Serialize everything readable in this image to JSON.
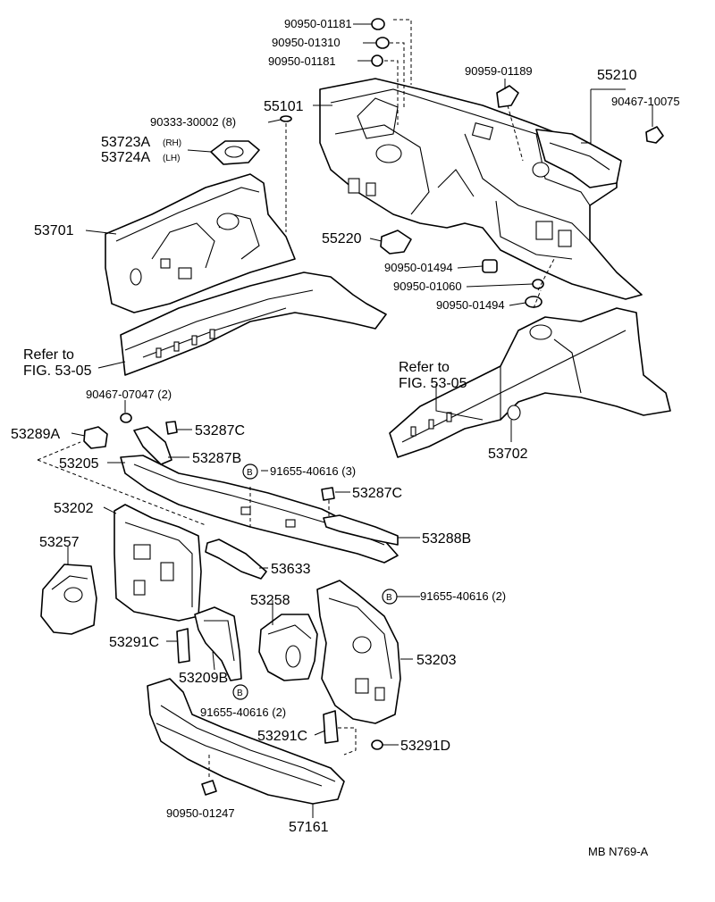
{
  "diagram_code": "MB  N769-A",
  "refer_label_1": "Refer to",
  "refer_label_2": "FIG. 53-05",
  "b_marker": "B",
  "parts": {
    "p90950_01181_a": "90950-01181",
    "p90950_01310": "90950-01310",
    "p90950_01181_b": "90950-01181",
    "p90959_01189": "90959-01189",
    "p55210": "55210",
    "p90467_10075": "90467-10075",
    "p55101": "55101",
    "p90333_30002": "90333-30002 (8)",
    "p53723A": "53723A",
    "p53723A_side": "(RH)",
    "p53724A": "53724A",
    "p53724A_side": "(LH)",
    "p53701": "53701",
    "p55220": "55220",
    "p90950_01494_a": "90950-01494",
    "p90950_01060": "90950-01060",
    "p90950_01494_b": "90950-01494",
    "p53702": "53702",
    "p90467_07047": "90467-07047 (2)",
    "p53289A": "53289A",
    "p53287C_a": "53287C",
    "p53287B": "53287B",
    "p53205": "53205",
    "p91655_40616_3": "91655-40616 (3)",
    "p53287C_b": "53287C",
    "p53202": "53202",
    "p53288B": "53288B",
    "p53257": "53257",
    "p53633": "53633",
    "p53258": "53258",
    "p91655_40616_2a": "91655-40616 (2)",
    "p53291C_a": "53291C",
    "p53209B": "53209B",
    "p53203": "53203",
    "p91655_40616_2b": "91655-40616 (2)",
    "p53291C_b": "53291C",
    "p53291D": "53291D",
    "p90950_01247": "90950-01247",
    "p57161": "57161"
  }
}
